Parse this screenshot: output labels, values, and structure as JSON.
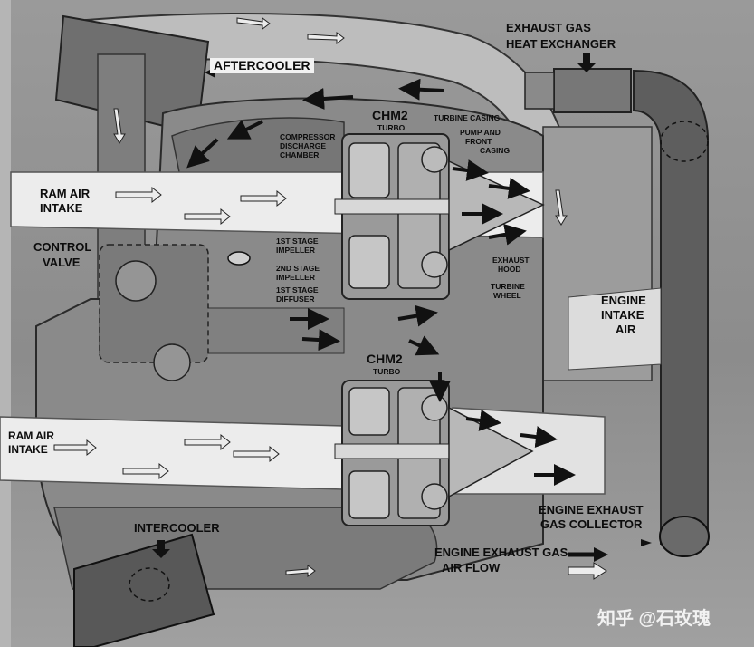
{
  "diagram": {
    "labels": {
      "aftercooler": "AFTERCOOLER",
      "exhaust_heat_exchanger_1": "EXHAUST GAS",
      "exhaust_heat_exchanger_2": "HEAT EXCHANGER",
      "chm2_top": "CHM2",
      "turbo_top": "TURBO",
      "chm2_bottom": "CHM2",
      "turbo_bottom": "TURBO",
      "compressor_chamber_1": "COMPRESSOR",
      "compressor_chamber_2": "DISCHARGE",
      "compressor_chamber_3": "CHAMBER",
      "turbine_casing": "TURBINE CASING",
      "pump_casing_1": "PUMP AND",
      "pump_casing_2": "FRONT",
      "pump_casing_3": "CASING",
      "ram_air_intake_top_1": "RAM AIR",
      "ram_air_intake_top_2": "INTAKE",
      "control_valve_1": "CONTROL",
      "control_valve_2": "VALVE",
      "first_stage_impeller_1": "1ST STAGE",
      "first_stage_impeller_2": "IMPELLER",
      "second_stage_impeller_1": "2ND STAGE",
      "second_stage_impeller_2": "IMPELLER",
      "first_stage_diffuser_1": "1ST STAGE",
      "first_stage_diffuser_2": "DIFFUSER",
      "exhaust_hood_1": "EXHAUST",
      "exhaust_hood_2": "HOOD",
      "turbine_wheel_1": "TURBINE",
      "turbine_wheel_2": "WHEEL",
      "engine_intake_air_1": "ENGINE",
      "engine_intake_air_2": "INTAKE",
      "engine_intake_air_3": "AIR",
      "ram_air_intake_bottom_1": "RAM AIR",
      "ram_air_intake_bottom_2": "INTAKE",
      "intercooler": "INTERCOOLER",
      "exhaust_collector_1": "ENGINE EXHAUST",
      "exhaust_collector_2": "GAS COLLECTOR"
    },
    "legend": {
      "line1": "ENGINE EXHAUST GAS",
      "line2": "AIR FLOW"
    },
    "watermark": "知乎 @石玫瑰",
    "colors": {
      "exhaust_arrow": "#111111",
      "airflow_arrow": "#ececec",
      "duct_light": "#e6e6e6",
      "duct_dark": "#6e6e6e"
    }
  }
}
